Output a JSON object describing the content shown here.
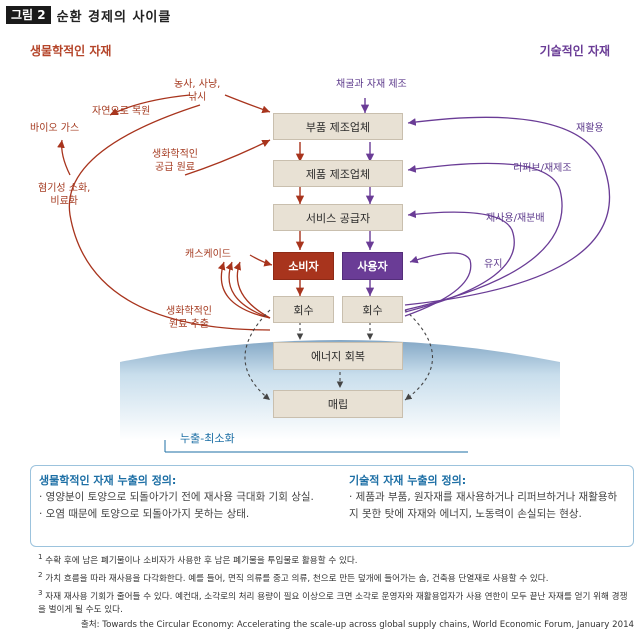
{
  "figure": {
    "tag": "그림 2",
    "title": "순환 경제의 사이클"
  },
  "headings": {
    "biological": "생물학적인 자재",
    "technical": "기술적인 자재"
  },
  "bio_labels": {
    "biogas": "바이오 가스",
    "natural_restore": "자연으로 복원",
    "farming": [
      "농사, 사냥,",
      "낚시"
    ],
    "anaerobic": [
      "혐기성 소화,",
      "비료화"
    ],
    "bio_supply": [
      "생화학적인",
      "공급 원료"
    ],
    "cascade": "캐스케이드",
    "bio_extract": [
      "생화학적인",
      "원료 추출"
    ]
  },
  "tech_labels": {
    "mining": "채굴과 자재 제조",
    "recycle": "재활용",
    "refurbish": "리퍼브/재제조",
    "reuse": "재사용/재분배",
    "maintain": "유지"
  },
  "boxes": {
    "parts": "부품 제조업체",
    "product": "제품 제조업체",
    "service": "서비스 공급자",
    "consumer": "소비자",
    "user": "사용자",
    "collect_left": "회수",
    "collect_right": "회수",
    "energy": "에너지 회복",
    "landfill": "매립"
  },
  "leakage": "누출-최소화",
  "definitions": {
    "bio": {
      "heading": "생물학적인 자재 누출의 정의:",
      "lines": [
        "· 영양분이 토양으로 되돌아가기 전에 재사용 극대화 기회 상실.",
        "· 오염 때문에 토양으로 되돌아가지 못하는 상태."
      ]
    },
    "tech": {
      "heading": "기술적 자재 누출의 정의:",
      "lines": [
        "· 제품과 부품, 원자재를 재사용하거나 리퍼브하거나 재활용하",
        "  지 못한 탓에 자재와 에너지, 노동력이 손실되는 현상."
      ]
    }
  },
  "notes": [
    "수확 후에 남은 폐기물이나 소비자가 사용한 후 남은 폐기물을 투입물로 활용할 수 있다.",
    "가치 흐름을 따라 재사용을 다각화한다. 예를 들어, 면직 의류를 중고 의류, 천으로 만든 덮개에 들어가는 솜, 건축용 단열재로 사용할 수 있다.",
    "자재 재사용 기회가 줄어들 수 있다. 예컨대, 소각로의 처리 용량이 필요 이상으로 크면 소각로 운영자와 재활용업자가 사용 연한이 모두 끝난 자재를 얻기 위해 경쟁을 벌이게 될 수도 있다."
  ],
  "source": "출처: Towards the Circular Economy: Accelerating the scale-up across global supply chains, World Economic Forum, January 2014",
  "colors": {
    "bio": "#a8341d",
    "tech": "#6a3c96",
    "box": "#e8e1d4",
    "leak": "#1d6fa5"
  }
}
